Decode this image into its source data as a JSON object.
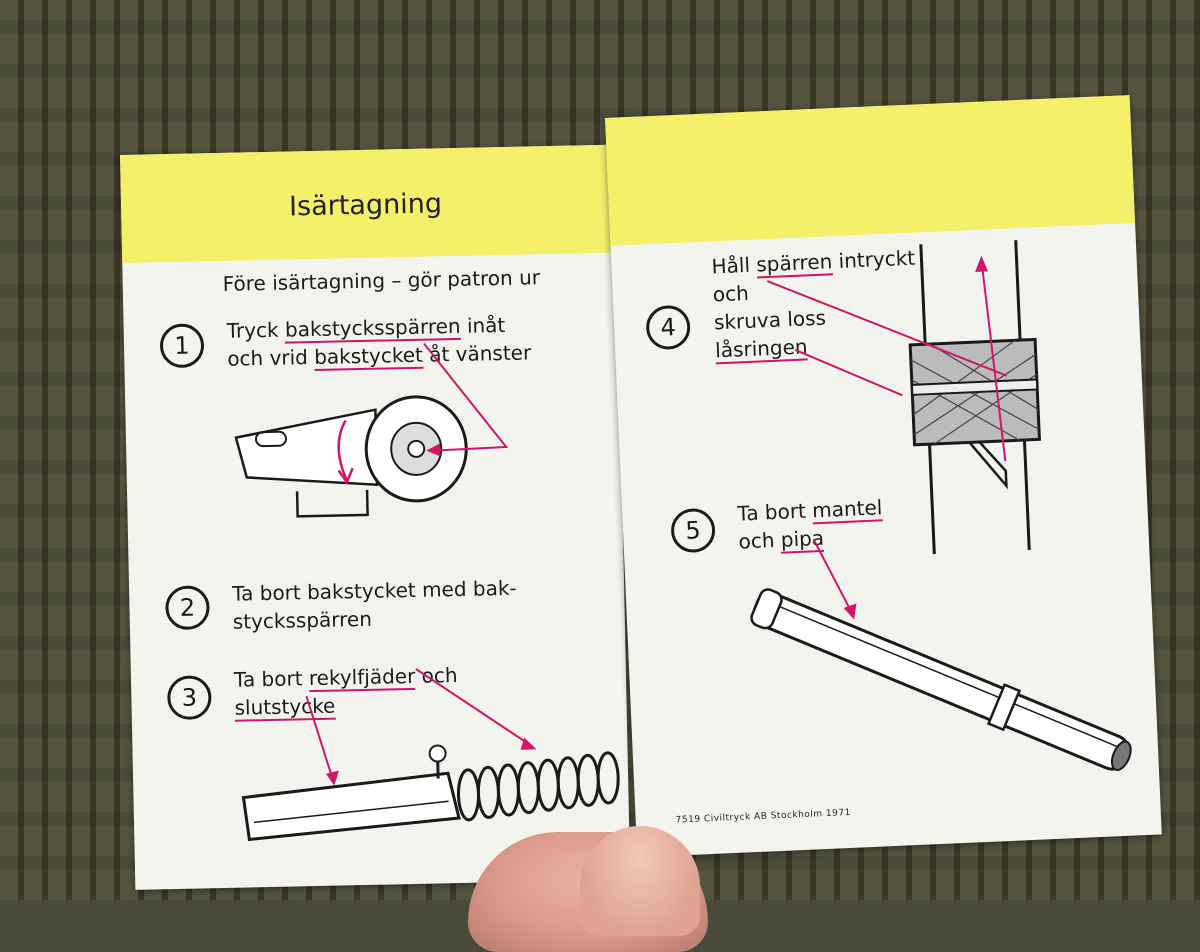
{
  "left_page": {
    "title": "Isärtagning",
    "intro": "Före isärtagning – gör patron ur",
    "steps": [
      {
        "number": "1",
        "line1_a": "Tryck ",
        "line1_u": "bakstycksspärren",
        "line1_b": " inåt",
        "line2_a": "och vrid ",
        "line2_u": "bakstycket",
        "line2_b": " åt vänster"
      },
      {
        "number": "2",
        "line1": "Ta bort bakstycket med bak-",
        "line2": "stycksspärren"
      },
      {
        "number": "3",
        "line1_a": "Ta bort ",
        "line1_u": "rekylfjäder",
        "line1_b": " och",
        "line2_u": "slutstycke"
      }
    ]
  },
  "right_page": {
    "steps": [
      {
        "number": "4",
        "line1_a": "Håll ",
        "line1_u": "spärren",
        "line1_b": " intryckt",
        "line2": "och",
        "line3": "skruva loss",
        "line4_u": "låsringen"
      },
      {
        "number": "5",
        "line1_a": "Ta bort ",
        "line1_u": "mantel",
        "line2_a": "och ",
        "line2_u": "pipa"
      }
    ],
    "footer": "7519  Civiltryck AB  Stockholm 1971"
  },
  "colors": {
    "accent": "#d0156b",
    "band": "#f5f06a",
    "paper": "#f4f4ef"
  }
}
